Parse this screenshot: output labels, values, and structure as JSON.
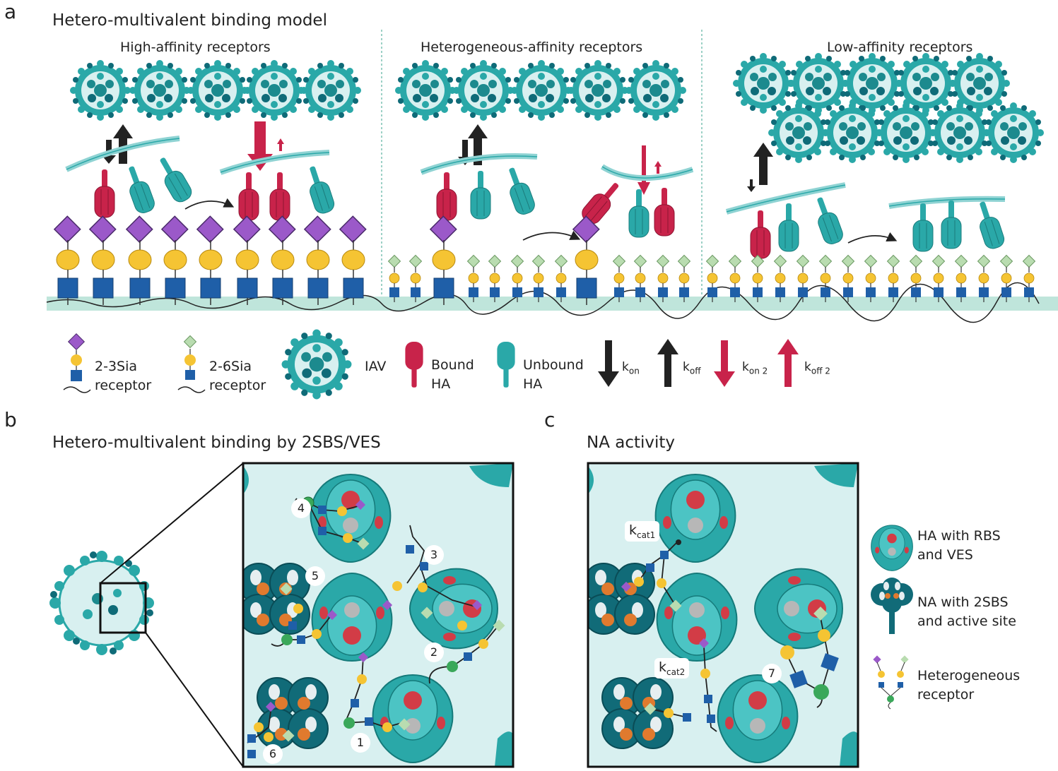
{
  "panel_a": {
    "letter": "a",
    "title": "Hetero-multivalent binding model",
    "sections": [
      {
        "label": "High-affinity receptors"
      },
      {
        "label": "Heterogeneous-affinity receptors"
      },
      {
        "label": "Low-affinity receptors"
      }
    ],
    "legend": {
      "sia23": "2-3Sia\nreceptor",
      "sia26": "2-6Sia\nreceptor",
      "iav": "IAV",
      "bound_ha": "Bound\nHA",
      "unbound_ha": "Unbound\nHA",
      "kon": "k",
      "kon_sub": "on",
      "koff": "k",
      "koff_sub": "off",
      "kon2": "k",
      "kon2_sub": "on 2",
      "koff2": "k",
      "koff2_sub": "off 2"
    }
  },
  "panel_b": {
    "letter": "b",
    "title": "Hetero-multivalent binding by 2SBS/VES",
    "numbers": [
      "1",
      "2",
      "3",
      "4",
      "5",
      "6"
    ]
  },
  "panel_c": {
    "letter": "c",
    "title": "NA activity",
    "number": "7",
    "kcat1": "k",
    "kcat1_sub": "cat1",
    "kcat2": "k",
    "kcat2_sub": "cat2",
    "legend": {
      "ha": "HA with RBS\nand VES",
      "na": "NA with 2SBS\nand active site",
      "receptor": "Heterogeneous\nreceptor"
    }
  },
  "colors": {
    "teal": "#2aa8a8",
    "dark_teal": "#0f6b78",
    "bound_red": "#c8234a",
    "sia23_purple": "#9b59c9",
    "sia26_green": "#b9dcb0",
    "galactose_yellow": "#f5c433",
    "glcnac_blue": "#1f5fa8",
    "membrane": "#bfe5db",
    "box_bg": "#d8f0f0"
  }
}
